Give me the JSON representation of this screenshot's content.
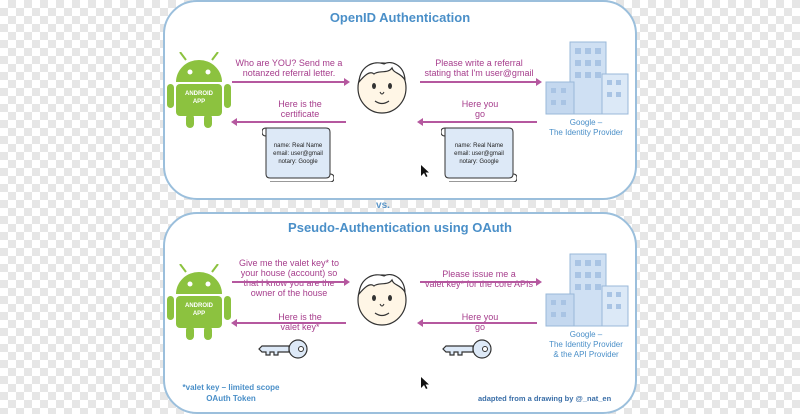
{
  "top": {
    "title": "OpenID Authentication",
    "msg_to_user": [
      "Who are YOU? Send me a",
      "notanzed referral letter."
    ],
    "msg_to_provider": [
      "Please write a referral",
      "stating that I'm user@gmail"
    ],
    "msg_back_to_app": [
      "Here is the",
      "certificate"
    ],
    "msg_back_to_user": [
      "Here you",
      "go"
    ],
    "certificate_lines": [
      "name: Real Name",
      "email: user@gmail",
      "notary: Google"
    ],
    "provider_label": [
      "Google –",
      "The Identity Provider"
    ],
    "android_text": [
      "ANDROID",
      "APP"
    ]
  },
  "vs_label": "vs.",
  "bottom": {
    "title": "Pseudo-Authentication using OAuth",
    "msg_to_user": [
      "Give me the valet key* to",
      "your house (account) so",
      "that I know you are the",
      "owner of the house"
    ],
    "msg_to_provider": [
      "Please issue me a",
      "valet key* for the core APIs"
    ],
    "msg_back_to_app": [
      "Here is the",
      "valet key*"
    ],
    "msg_back_to_user": [
      "Here you",
      "go"
    ],
    "provider_label": [
      "Google –",
      "The Identity Provider",
      "& the API Provider"
    ],
    "android_text": [
      "ANDROID",
      "APP"
    ],
    "footnote": [
      "*valet key – limited scope",
      "OAuth Token"
    ],
    "credit": "adapted from a drawing by @_nat_en"
  },
  "colors": {
    "panel_border": "#9bbfdc",
    "title": "#4a8fc8",
    "message": "#a63d8c",
    "android": "#8cc23f",
    "building": "#cfe0f3"
  },
  "icons": [
    "android-robot-icon",
    "user-face-icon",
    "office-building-icon",
    "certificate-scroll-icon",
    "key-icon",
    "mouse-cursor-icon"
  ]
}
